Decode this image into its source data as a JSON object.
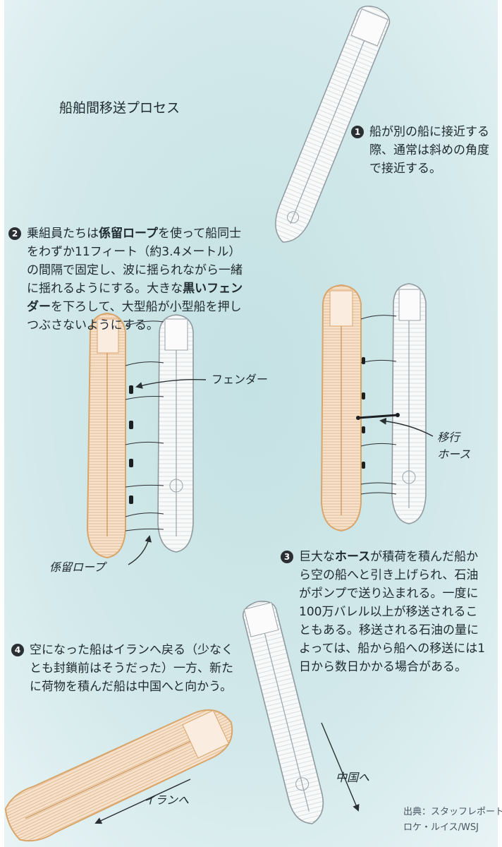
{
  "title": "船舶間移送プロセス",
  "steps": [
    {
      "num": "1",
      "text": "船が別の船に接近する際、通常は斜めの角度で接近する。"
    },
    {
      "num": "2",
      "parts": [
        "乗組員たちは",
        "係留ロープ",
        "を使って船同士をわずか11フィート（約3.4メートル）の間隔で固定し、波に揺られながら一緒に揺れるようにする。大きな",
        "黒いフェンダー",
        "を下ろして、大型船が小型船を押しつぶさないようにする。"
      ]
    },
    {
      "num": "3",
      "parts": [
        "巨大な",
        "ホース",
        "が積荷を積んだ船から空の船へと引き上げられ、石油がポンプで送り込まれる。一度に100万バレル以上が移送されることもある。移送される石油の量によっては、船から船への移送には1日から数日かかる場合がある。"
      ]
    },
    {
      "num": "4",
      "text": "空になった船はイランへ戻る（少なくとも封鎖前はそうだった）一方、新たに荷物を積んだ船は中国へと向かう。"
    }
  ],
  "labels": {
    "fender": "フェンダー",
    "transfer_hose_1": "移行",
    "transfer_hose_2": "ホース",
    "mooring_rope": "係留ロープ",
    "to_china": "中国へ",
    "to_iran": "イランへ"
  },
  "source": {
    "line1": "出典：スタッフレポート",
    "line2": "ロケ・ルイス/WSJ"
  },
  "colors": {
    "water": "#cfe6e8",
    "laden_ship": "#f7e3cf",
    "laden_outline": "#d9a56a",
    "empty_ship": "#f7f8f8",
    "empty_outline": "#9aa3a8"
  }
}
